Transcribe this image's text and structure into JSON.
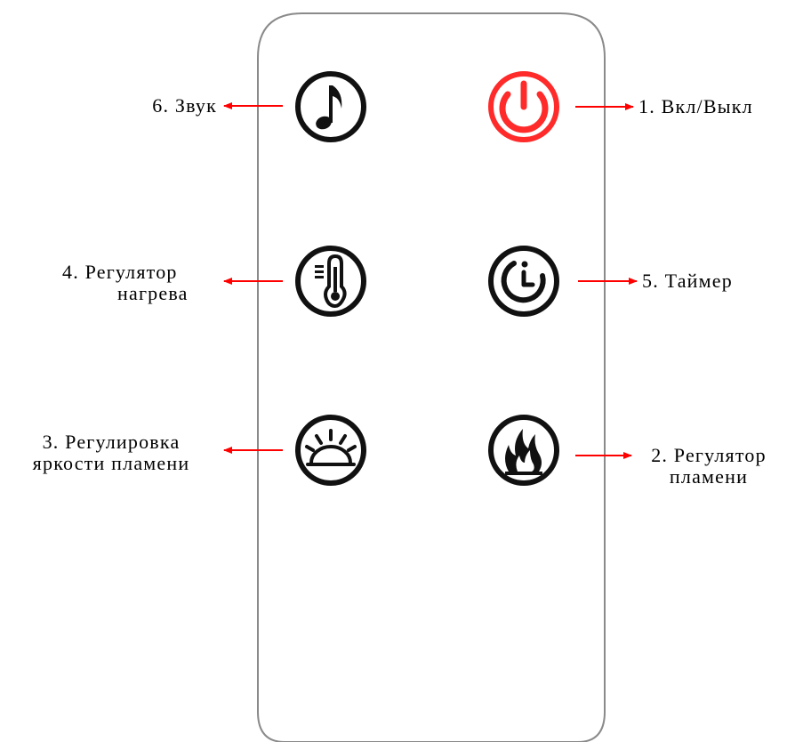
{
  "labels": {
    "sound": "6. Звук",
    "power": "1. Вкл/Выкл",
    "heat_line1": "4. Регулятор",
    "heat_line2": "нагрева",
    "timer": "5. Таймер",
    "brightness_line1": "3. Регулировка",
    "brightness_line2": "яркости пламени",
    "flame_line1": "2. Регулятор",
    "flame_line2": "пламени"
  },
  "buttons": [
    {
      "id": "sound",
      "icon": "music-note-icon",
      "color": "#111111"
    },
    {
      "id": "power",
      "icon": "power-icon",
      "color": "#ff2a2a"
    },
    {
      "id": "heat",
      "icon": "thermometer-icon",
      "color": "#111111"
    },
    {
      "id": "timer",
      "icon": "clock-icon",
      "color": "#111111"
    },
    {
      "id": "brightness",
      "icon": "lamp-icon",
      "color": "#111111"
    },
    {
      "id": "flame",
      "icon": "flame-icon",
      "color": "#111111"
    }
  ],
  "colors": {
    "arrow": "#ff0000",
    "remote_outline": "#8a8a8a",
    "power": "#ff2a2a",
    "icon": "#111111"
  }
}
